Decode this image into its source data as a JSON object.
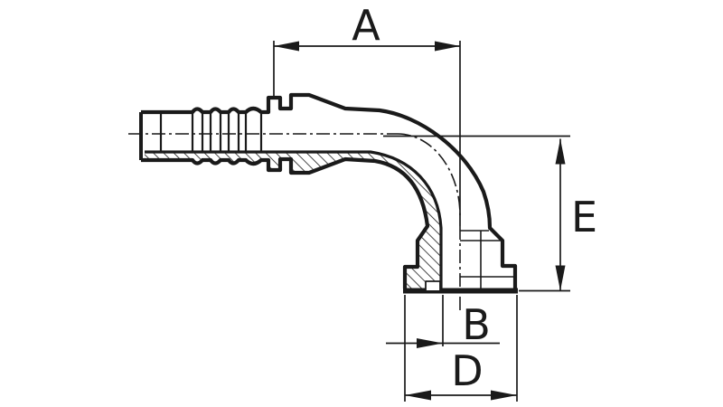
{
  "drawing": {
    "background_color": "#ffffff",
    "ink_color": "#1a1a1a",
    "labels": {
      "a": "A",
      "b": "B",
      "d": "D",
      "e": "E"
    }
  }
}
